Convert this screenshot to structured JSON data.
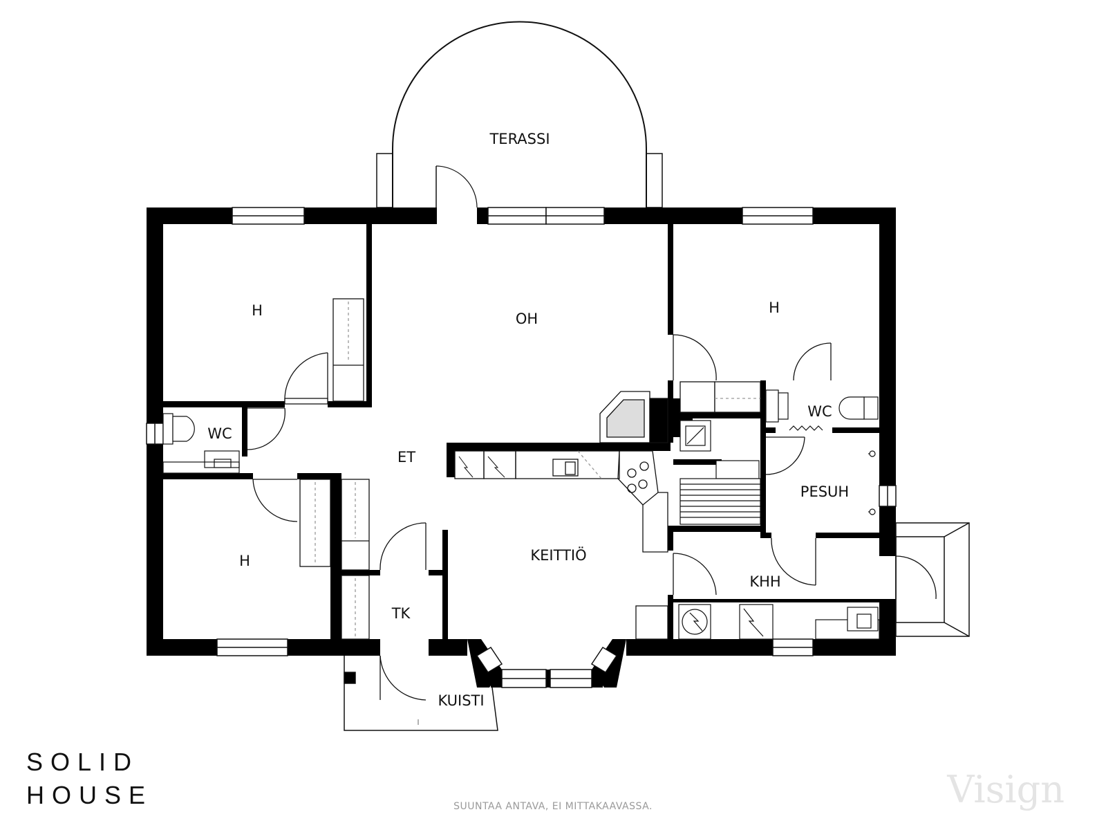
{
  "rooms": {
    "terassi": "TERASSI",
    "oh": "OH",
    "h_top_left": "H",
    "h_top_right": "H",
    "h_bottom_left": "H",
    "wc_left": "WC",
    "wc_right": "WC",
    "et": "ET",
    "pesuh": "PESUH",
    "keittio": "KEITTIÖ",
    "khh": "KHH",
    "tk": "TK",
    "kuisti": "KUISTI"
  },
  "logo": {
    "line1": "SOLID",
    "line2": "HOUSE"
  },
  "note": "SUUNTAA ANTAVA, EI MITTAKAAVASSA.",
  "watermark": "Visign",
  "colors": {
    "wall": "#000000",
    "fixture": "#222222",
    "watermark": "#e4e4e4"
  }
}
